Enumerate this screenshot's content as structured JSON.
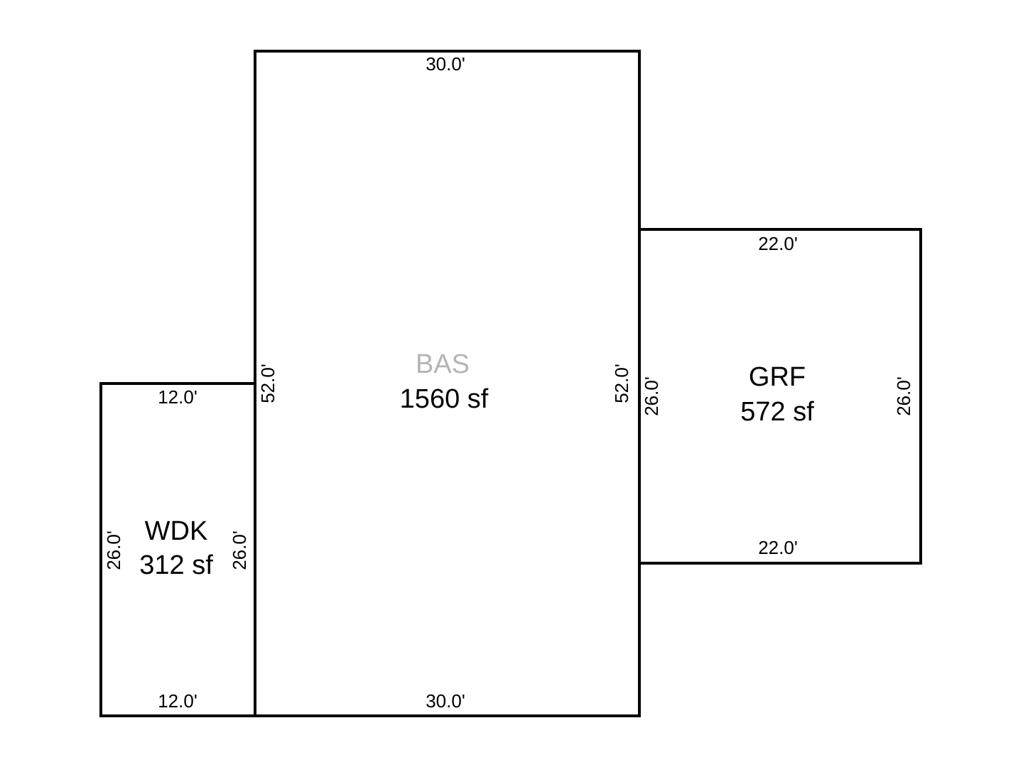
{
  "areas": {
    "bas": {
      "code": "BAS",
      "size": "1560 sf",
      "top": "30.0'",
      "bottom": "30.0'",
      "left": "52.0'",
      "right": "52.0'"
    },
    "wdk": {
      "code": "WDK",
      "size": "312 sf",
      "top": "12.0'",
      "bottom": "12.0'",
      "left": "26.0'",
      "right": "26.0'"
    },
    "grf": {
      "code": "GRF",
      "size": "572 sf",
      "top": "22.0'",
      "bottom": "22.0'",
      "left": "26.0'",
      "right": "26.0'"
    }
  },
  "colors": {
    "line": "#000000",
    "bas_code": "#b4b4b4",
    "text": "#000000"
  }
}
